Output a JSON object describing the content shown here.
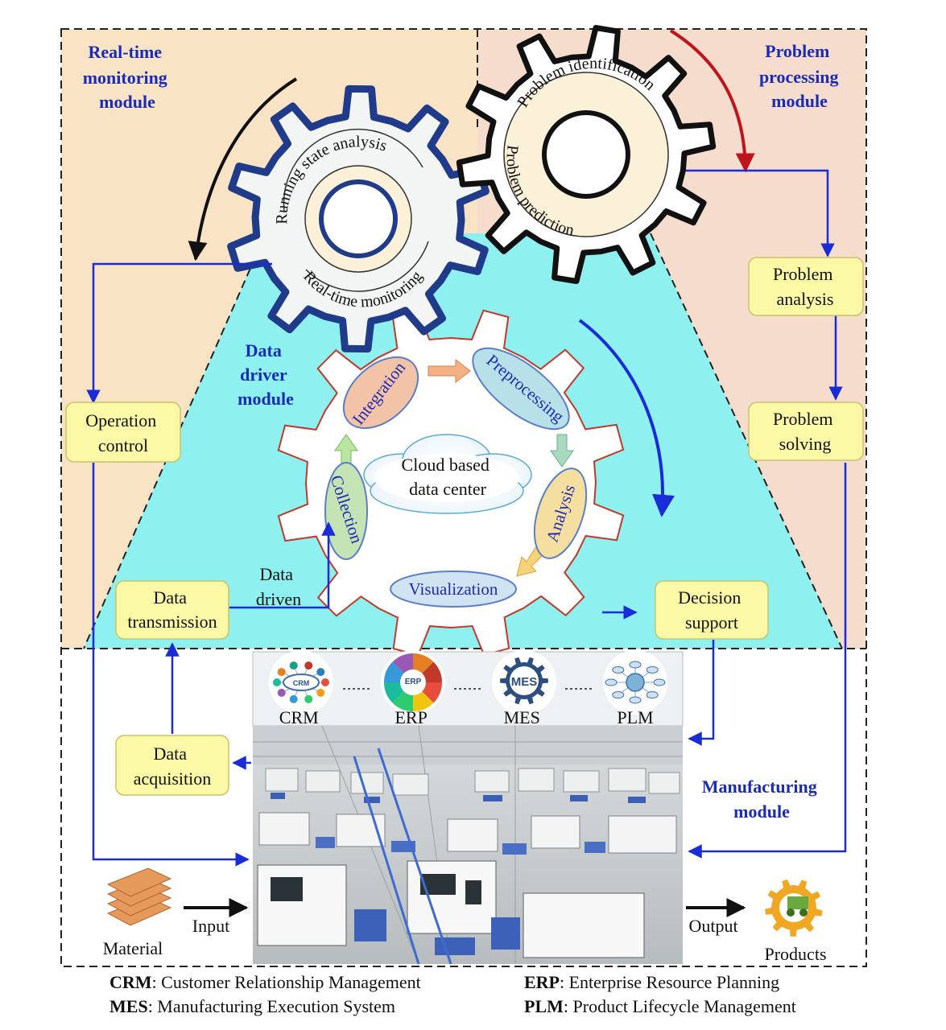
{
  "modules": {
    "realtime": [
      "Real-time",
      "monitoring",
      "module"
    ],
    "problem": [
      "Problem",
      "processing",
      "module"
    ],
    "data_driver": [
      "Data",
      "driver",
      "module"
    ],
    "manufacturing": [
      "Manufacturing",
      "module"
    ]
  },
  "gears": {
    "monitoring": {
      "top": "Running state analysis",
      "bottom": "Real-time monitoring"
    },
    "problem": {
      "top": "Problem identification",
      "bottom": "Problem prediction"
    }
  },
  "data_loop": {
    "steps": [
      "Integration",
      "Preprocessing",
      "Analysis",
      "Visualization",
      "Collection"
    ],
    "center": [
      "Cloud based",
      "data center"
    ]
  },
  "boxes": {
    "operation_control": [
      "Operation",
      "control"
    ],
    "data_transmission": [
      "Data",
      "transmission"
    ],
    "data_acquisition": [
      "Data",
      "acquisition"
    ],
    "problem_analysis": [
      "Problem",
      "analysis"
    ],
    "problem_solving": [
      "Problem",
      "solving"
    ],
    "decision_support": [
      "Decision",
      "support"
    ]
  },
  "labels": {
    "data_driven": [
      "Data",
      "driven"
    ],
    "input": "Input",
    "output": "Output",
    "material": "Material",
    "products": "Products"
  },
  "systems": [
    "CRM",
    "ERP",
    "MES",
    "PLM"
  ],
  "icon_text": {
    "crm": "CRM",
    "erp": "ERP",
    "mes": "MES"
  },
  "legend": {
    "crm_abbr": "CRM",
    "crm_text": ": Customer Relationship Management",
    "erp_abbr": "ERP",
    "erp_text": ": Enterprise Resource Planning",
    "mes_abbr": "MES",
    "mes_text": ": Manufacturing Execution System",
    "plm_abbr": "PLM",
    "plm_text": ": Product Lifecycle Management"
  },
  "colors": {
    "monitoring_bg": "#f8e3c4",
    "problem_bg": "#f6dccc",
    "data_bg": "#8ff0f0",
    "box_fill": "#fbf9a6",
    "arrow_blue": "#1a2bd8",
    "arrow_red": "#c0141c",
    "title_blue": "#1a2bb5"
  }
}
